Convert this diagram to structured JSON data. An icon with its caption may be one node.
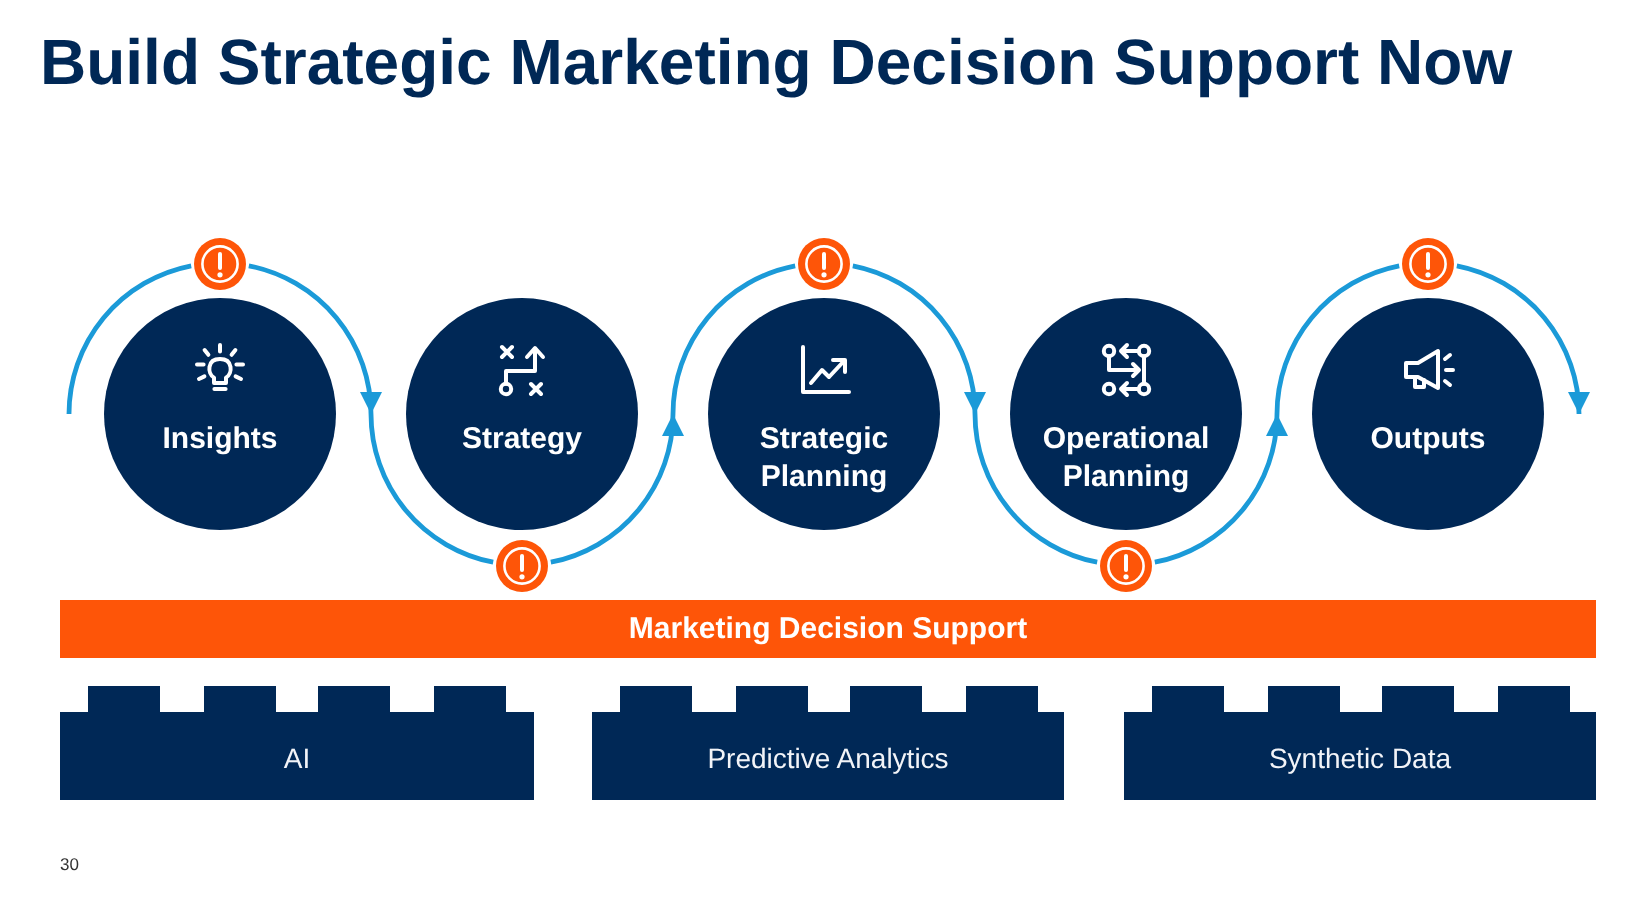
{
  "diagram": {
    "title": "Build Strategic Marketing Decision Support Now",
    "nodes": [
      {
        "text": [
          "Insights"
        ]
      },
      {
        "text": [
          "Strategy"
        ]
      },
      {
        "text": [
          "Strategic Planning"
        ]
      },
      {
        "text": [
          "Operational Planning"
        ]
      },
      {
        "text": [
          "Outputs"
        ]
      },
      {
        "text": [],
        "shape": "circle"
      },
      {
        "text": [],
        "shape": "circle"
      },
      {
        "text": [],
        "shape": "circle"
      },
      {
        "text": [],
        "shape": "circle"
      },
      {
        "text": [],
        "shape": "circle"
      },
      {
        "text": [
          "Marketing Decision Support"
        ]
      },
      {
        "text": [
          "AI"
        ]
      },
      {
        "text": [
          "Predictive Analytics"
        ]
      },
      {
        "text": [
          "Synthetic Data"
        ]
      }
    ],
    "edges": [
      {
        "from": null,
        "to": 5,
        "arrow": "none"
      },
      {
        "from": 5,
        "to": 1,
        "arrow": "to"
      },
      {
        "from": null,
        "to": 6,
        "arrow": "none"
      },
      {
        "from": 6,
        "to": 2,
        "arrow": "to"
      },
      {
        "from": null,
        "to": 7,
        "arrow": "none"
      },
      {
        "from": 7,
        "to": 3,
        "arrow": "to"
      },
      {
        "from": null,
        "to": 8,
        "arrow": "none"
      },
      {
        "from": 8,
        "to": 4,
        "arrow": "to"
      },
      {
        "from": null,
        "to": 9,
        "arrow": "none"
      },
      {
        "from": 9,
        "to": 4,
        "arrow": "to"
      }
    ],
    "labels": [
      "30"
    ]
  }
}
